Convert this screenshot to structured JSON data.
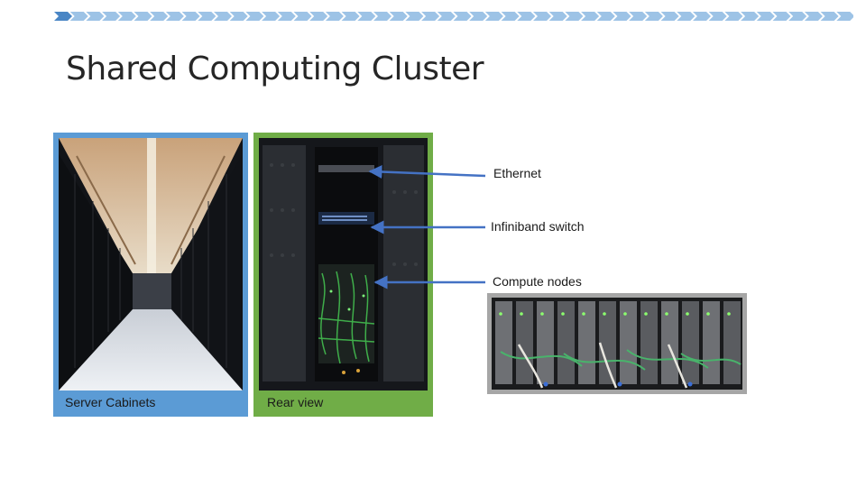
{
  "slide": {
    "title": "Shared Computing Cluster"
  },
  "images": {
    "server_cabinets": {
      "caption": "Server Cabinets",
      "icon": "datacenter-aisle-photo"
    },
    "rear_view": {
      "caption": "Rear view",
      "icon": "rack-rear-photo"
    },
    "compute_nodes": {
      "icon": "compute-nodes-photo"
    }
  },
  "callouts": [
    {
      "label": "Ethernet"
    },
    {
      "label": "Infiniband switch"
    },
    {
      "label": "Compute nodes"
    }
  ],
  "colors": {
    "chevron": "#9dc3e6",
    "chevron_lead": "#4a86c5",
    "frame_blue": "#5b9bd5",
    "frame_green": "#70ad47",
    "arrow": "#4472c4",
    "frame_gray": "#a6a6a6"
  }
}
